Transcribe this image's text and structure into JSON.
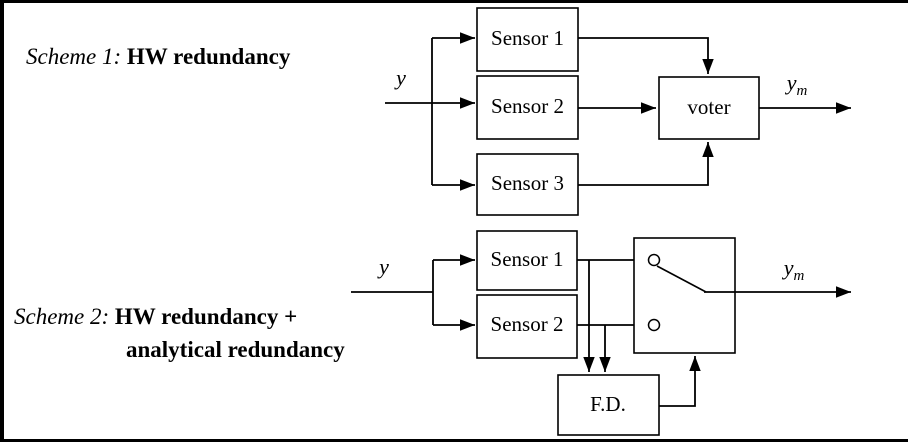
{
  "figure": {
    "title": "Sensor redundancy schemes block diagram",
    "background": "#ffffff",
    "line_color": "#000000"
  },
  "scheme1": {
    "label_italic": "Scheme 1",
    "label_colon": ": ",
    "label_bold": "HW redundancy",
    "input_signal": "y",
    "output_signal": "y",
    "output_subscript": "m",
    "blocks": [
      {
        "id": "s1-sensor1",
        "text": "Sensor 1"
      },
      {
        "id": "s1-sensor2",
        "text": "Sensor 2"
      },
      {
        "id": "s1-sensor3",
        "text": "Sensor 3"
      },
      {
        "id": "s1-voter",
        "text": "voter"
      }
    ]
  },
  "scheme2": {
    "label_italic": "Scheme 2",
    "label_colon": ": ",
    "label_bold_line1": "HW redundancy +",
    "label_bold_line2": "analytical redundancy",
    "input_signal": "y",
    "output_signal": "y",
    "output_subscript": "m",
    "blocks": [
      {
        "id": "s2-sensor1",
        "text": "Sensor 1"
      },
      {
        "id": "s2-sensor2",
        "text": "Sensor 2"
      },
      {
        "id": "s2-switch",
        "text": ""
      },
      {
        "id": "s2-fd",
        "text": "F.D."
      }
    ]
  }
}
